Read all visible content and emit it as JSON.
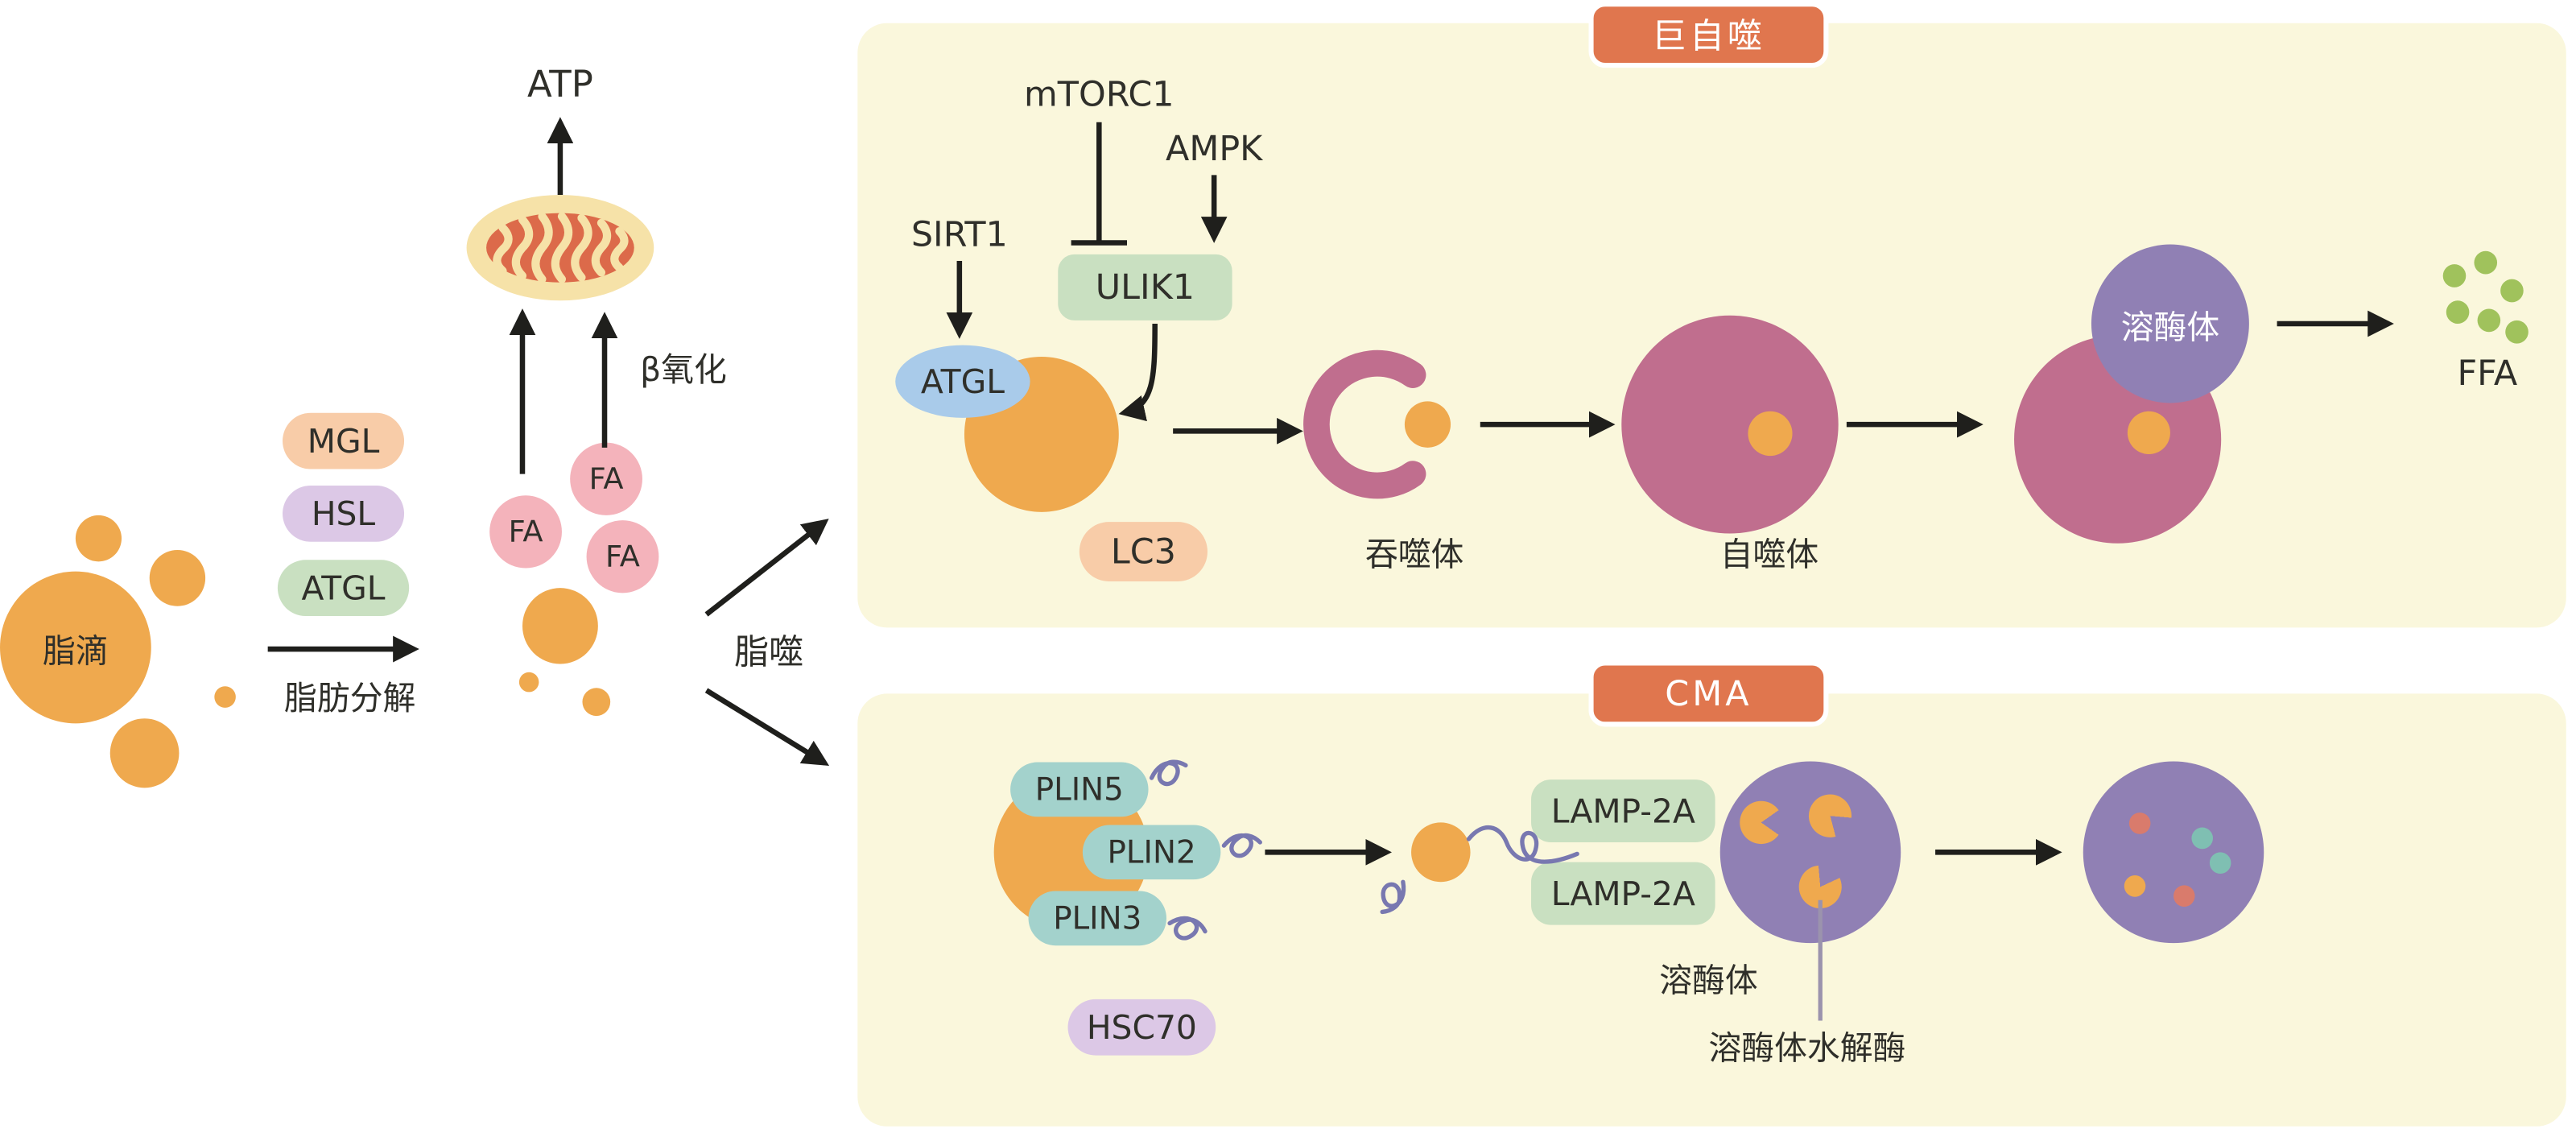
{
  "colors": {
    "lipid_orange": "#EFA94E",
    "panel_yellow": "#FAF7DC",
    "badge_orange": "#E0764E",
    "pill_peach": "#F8CCA8",
    "pill_purple": "#DCC8E6",
    "pill_green": "#C9E0C1",
    "pill_blue": "#A9CBEA",
    "pill_teal": "#A3D2CC",
    "fa_pink": "#F4B3BB",
    "mauve_pink": "#C06E8E",
    "lysosome_purple": "#9080B4",
    "ffa_green": "#A0C25C",
    "mito_membrane": "#F6E2A8",
    "mito_cristae": "#DC6A4A",
    "squiggle_blue": "#7878B0",
    "text_dark": "#2F2F2A"
  },
  "left_section": {
    "lipid_droplet_label": "脂滴",
    "lipolysis_label": "脂肪分解",
    "enzyme_mgl": "MGL",
    "enzyme_hsl": "HSL",
    "enzyme_atgl": "ATGL",
    "fa_label_1": "FA",
    "fa_label_2": "FA",
    "fa_label_3": "FA",
    "atp_label": "ATP",
    "beta_oxidation_label": "β氧化",
    "lipophagy_label": "脂噬"
  },
  "macroautophagy_panel": {
    "title": "巨自噬",
    "sirt1_label": "SIRT1",
    "mtorc1_label": "mTORC1",
    "ampk_label": "AMPK",
    "ulik1_label": "ULIK1",
    "atgl_label": "ATGL",
    "lc3_label": "LC3",
    "phagophore_label": "吞噬体",
    "autophagosome_label": "自噬体",
    "lysosome_label": "溶酶体",
    "ffa_label": "FFA"
  },
  "cma_panel": {
    "title": "CMA",
    "plin5_label": "PLIN5",
    "plin2_label": "PLIN2",
    "plin3_label": "PLIN3",
    "hsc70_label": "HSC70",
    "lamp2a_top_label": "LAMP-2A",
    "lamp2a_bottom_label": "LAMP-2A",
    "lysosome_label": "溶酶体",
    "hydrolase_label": "溶酶体水解酶"
  }
}
